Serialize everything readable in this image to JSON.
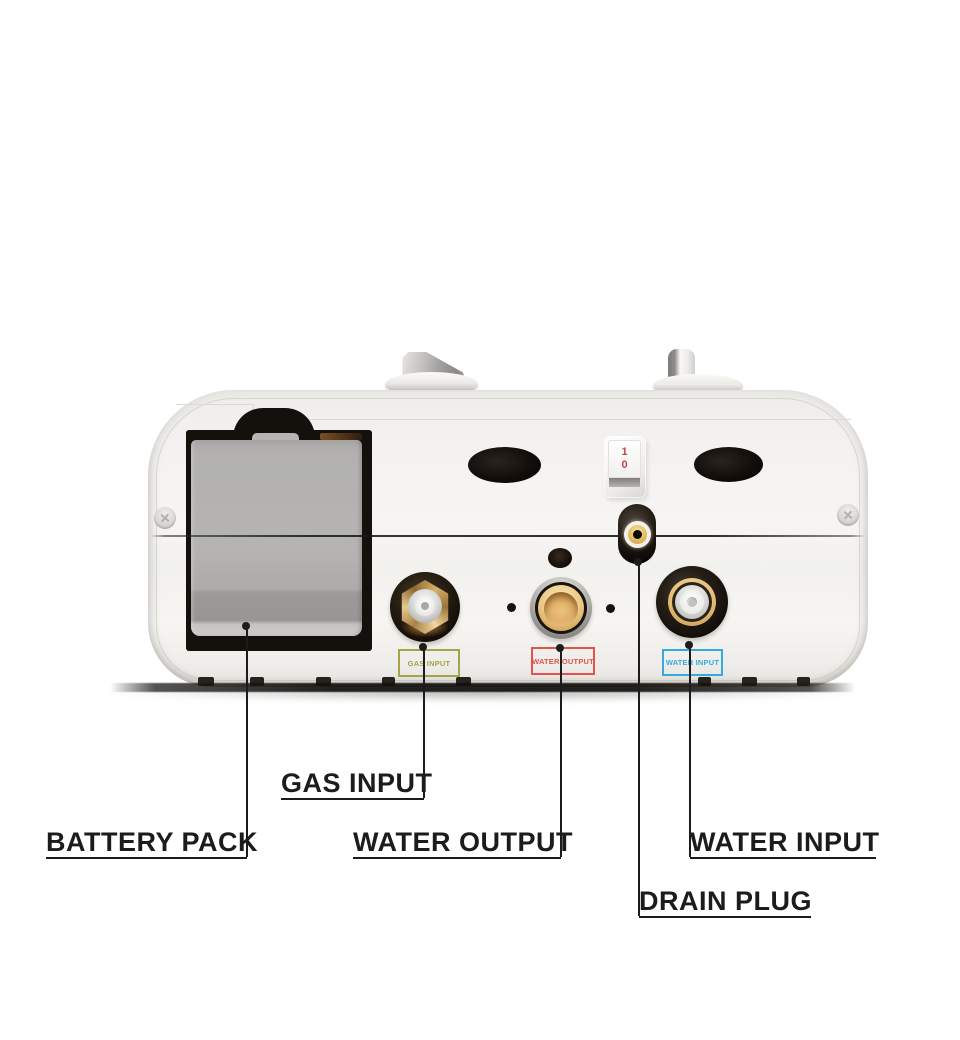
{
  "switch": {
    "on_label": "1",
    "off_label": "0"
  },
  "port_tags": {
    "gas": {
      "text": "GAS INPUT",
      "color": "#a6a448"
    },
    "water_output": {
      "text": "WATER OUTPUT",
      "color": "#e4524c"
    },
    "water_input": {
      "text": "WATER INPUT",
      "color": "#35aadc"
    }
  },
  "callouts": {
    "battery_pack": "BATTERY PACK",
    "gas_input": "GAS INPUT",
    "water_output": "WATER OUTPUT",
    "drain_plug": "DRAIN PLUG",
    "water_input": "WATER INPUT"
  },
  "colors": {
    "callout_line": "#1c1c1c",
    "label_text": "#1c1c1c",
    "gas_tag": "#a6a448",
    "water_output_tag": "#e4524c",
    "water_input_tag": "#35aadc",
    "switch_text": "#c64545"
  }
}
